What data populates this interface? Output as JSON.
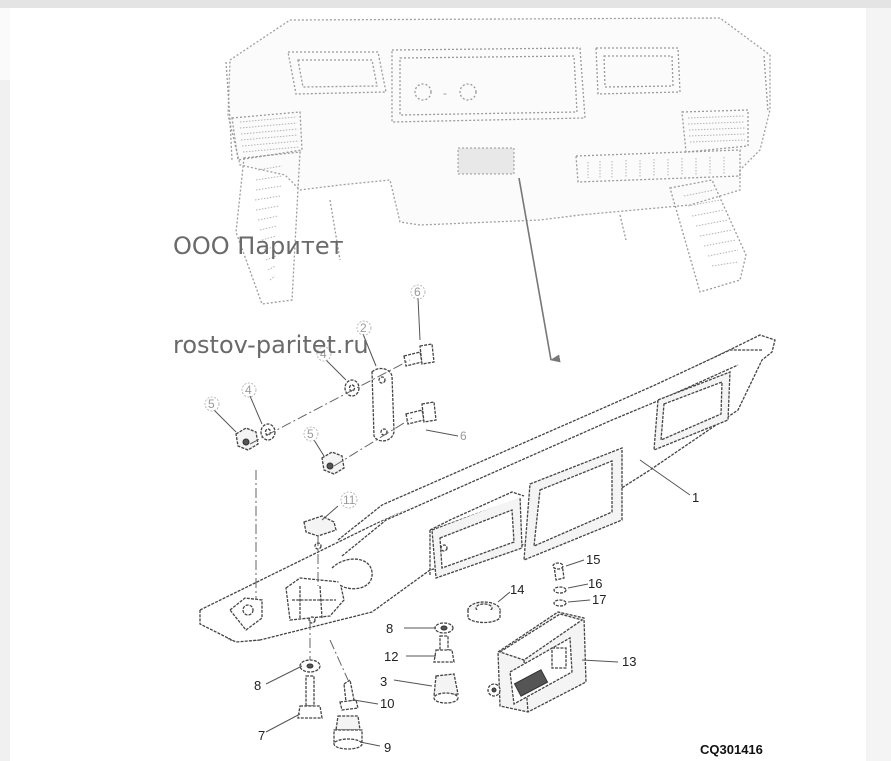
{
  "watermark": {
    "company": "ООО Паритет",
    "site": "rostov-paritet.ru"
  },
  "diagram": {
    "code": "CQ301416",
    "callouts": [
      "1",
      "2",
      "3",
      "4",
      "4",
      "5",
      "5",
      "6",
      "6",
      "7",
      "8",
      "8",
      "9",
      "10",
      "11",
      "12",
      "13",
      "14",
      "15",
      "16",
      "17"
    ]
  }
}
